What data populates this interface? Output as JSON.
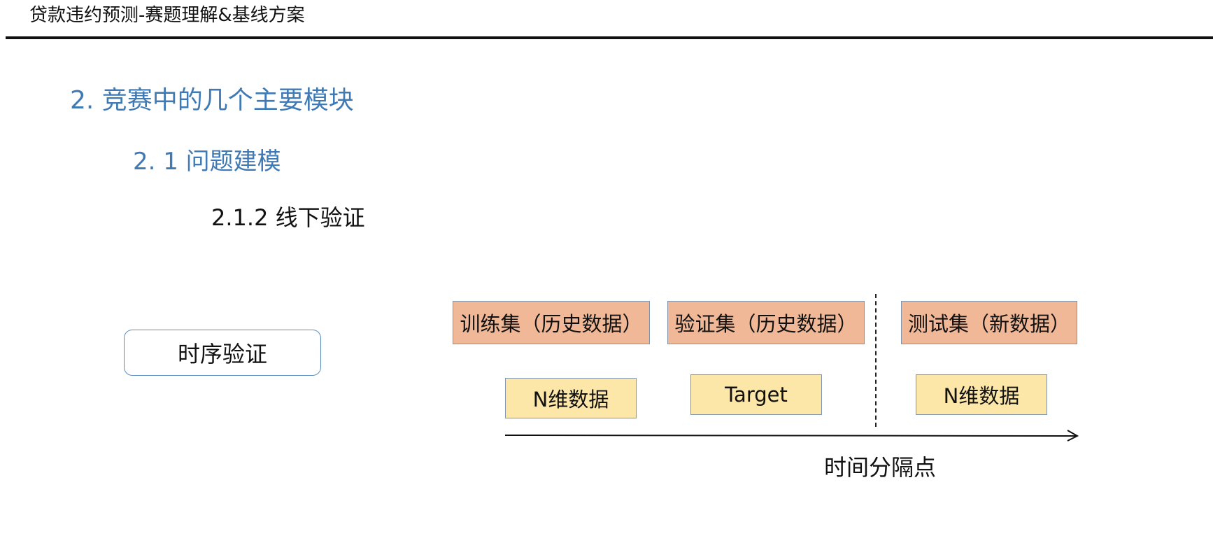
{
  "header": {
    "title": "贷款违约预测-赛题理解&基线方案"
  },
  "headings": {
    "section": "2. 竞赛中的几个主要模块",
    "subsection": "2. 1  问题建模",
    "subsubsection": "2.1.2 线下验证"
  },
  "diagram": {
    "method_label": "时序验证",
    "sets": {
      "train": "训练集（历史数据）",
      "valid": "验证集（历史数据）",
      "test": "测试集（新数据）"
    },
    "data": {
      "train": "N维数据",
      "valid": "Target",
      "test": "N维数据"
    },
    "time_split_label": "时间分隔点"
  },
  "colors": {
    "heading_blue": "#3f7ab5",
    "set_fill": "#f0b896",
    "data_fill": "#fce6a8",
    "box_border": "#7f94ad"
  }
}
